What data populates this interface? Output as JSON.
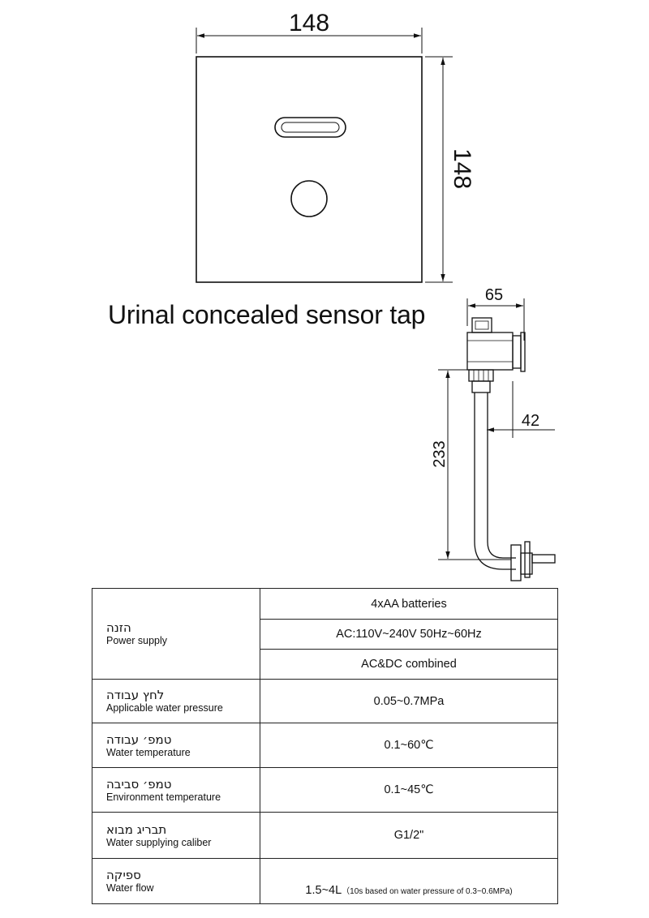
{
  "drawing": {
    "front_view": {
      "width_label": "148",
      "height_label": "148"
    },
    "side_view": {
      "depth_label": "65",
      "offset_label": "42",
      "length_label": "233"
    }
  },
  "title": "Urinal concealed sensor tap",
  "spec_table": {
    "power_supply": {
      "label_he": "הזנה",
      "label_en": "Power supply",
      "values": [
        "4xAA batteries",
        "AC:110V~240V  50Hz~60Hz",
        "AC&DC combined"
      ]
    },
    "water_pressure": {
      "label_he": "לחץ עבודה",
      "label_en": "Applicable water pressure",
      "value": "0.05~0.7MPa"
    },
    "water_temperature": {
      "label_he": "טמפ׳ עבודה",
      "label_en": "Water temperature",
      "value": "0.1~60℃"
    },
    "environment_temperature": {
      "label_he": "טמפ׳ סביבה",
      "label_en": "Environment temperature",
      "value": "0.1~45℃"
    },
    "caliber": {
      "label_he": "תבריג מבוא",
      "label_en": "Water supplying caliber",
      "value": "G1/2\""
    },
    "water_flow": {
      "label_he": "ספיקה",
      "label_en": "Water flow",
      "value": "1.5~4L",
      "note": "（10s based on water pressure of 0.3~0.6MPa)"
    }
  }
}
